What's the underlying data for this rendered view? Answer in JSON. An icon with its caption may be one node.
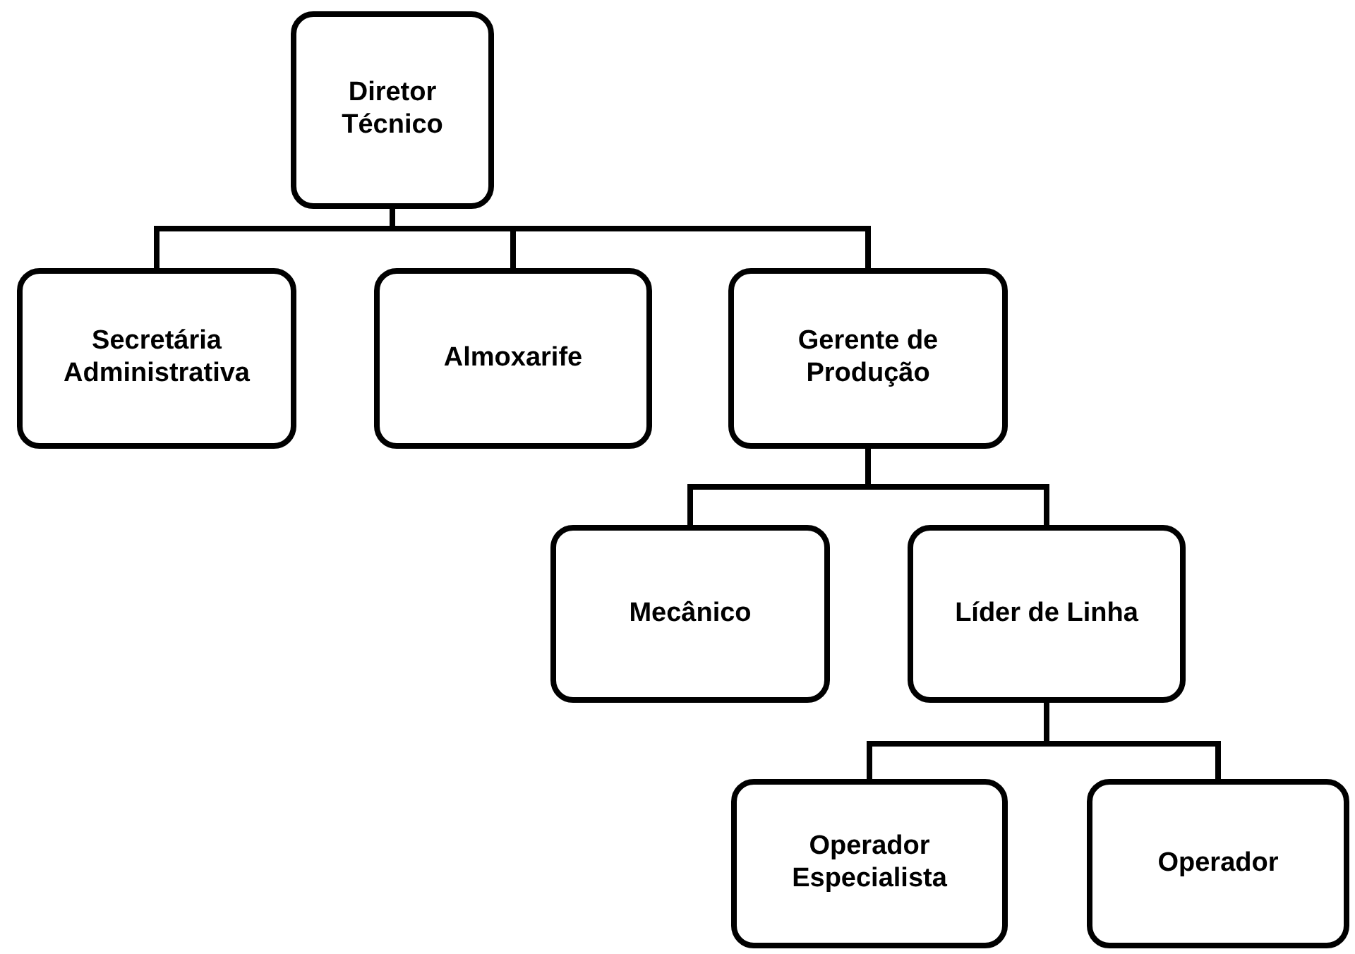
{
  "diagram": {
    "nodes": [
      {
        "text": [
          "Diretor Técnico"
        ]
      },
      {
        "text": [
          "Secretária Administrativa"
        ]
      },
      {
        "text": [
          "Almoxarife"
        ]
      },
      {
        "text": [
          "Gerente de Produção"
        ]
      },
      {
        "text": [
          "Mecânico"
        ]
      },
      {
        "text": [
          "Líder de Linha"
        ]
      },
      {
        "text": [
          "Operador Especialista"
        ]
      },
      {
        "text": [
          "Operador"
        ]
      }
    ],
    "edges": [
      {
        "from": 0,
        "to": 1,
        "arrow": "none"
      },
      {
        "from": 0,
        "to": 2,
        "arrow": "none"
      },
      {
        "from": 0,
        "to": 3,
        "arrow": "none"
      },
      {
        "from": 3,
        "to": 4,
        "arrow": "none"
      },
      {
        "from": 3,
        "to": 5,
        "arrow": "none"
      },
      {
        "from": 5,
        "to": 6,
        "arrow": "none"
      },
      {
        "from": 5,
        "to": 7,
        "arrow": "none"
      }
    ]
  }
}
